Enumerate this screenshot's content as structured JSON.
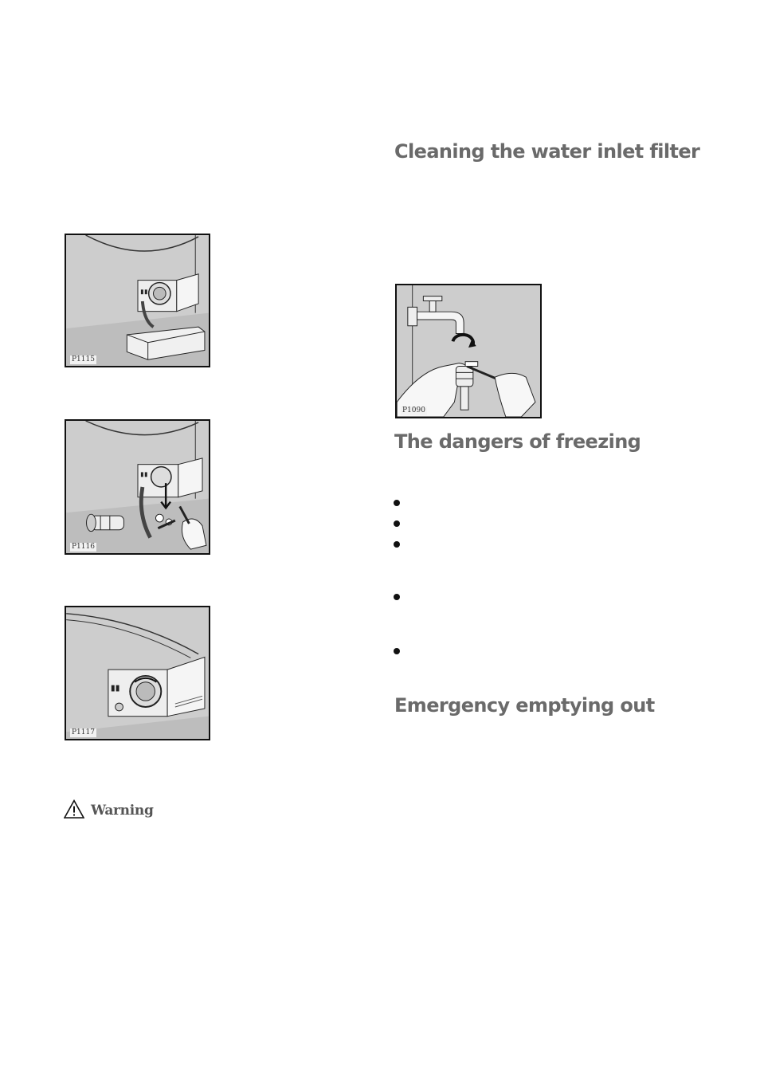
{
  "headings": {
    "inlet_filter": "Cleaning the water inlet filter",
    "freezing": "The dangers of freezing",
    "emergency": "Emergency emptying out"
  },
  "figures": {
    "p1115": "P1115",
    "p1116": "P1116",
    "p1117": "P1117",
    "p1090": "P1090"
  },
  "warning": {
    "label": "Warning",
    "icon": "warning-triangle-icon"
  },
  "colors": {
    "heading": "#6a6a6a",
    "figure_bg": "#cdcdcd"
  }
}
